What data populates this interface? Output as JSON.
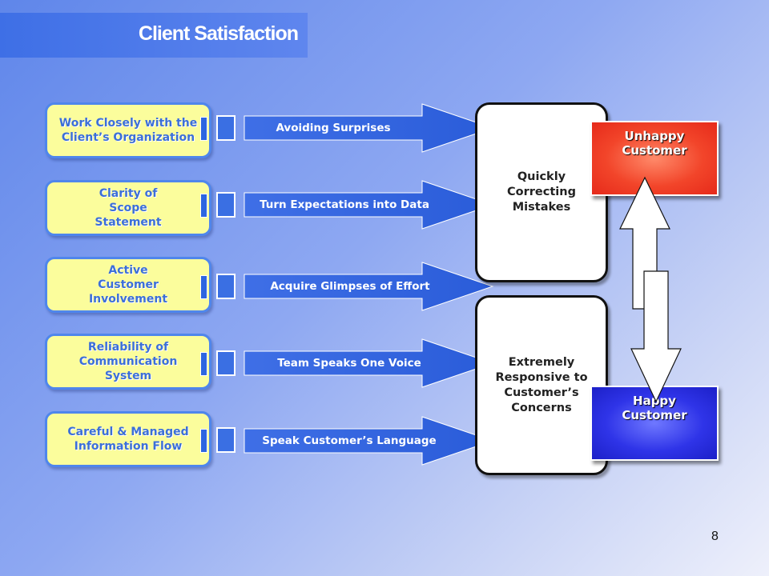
{
  "title": "Client Satisfaction",
  "left_items": [
    {
      "label": "Work Closely with the\nClient’s Organization"
    },
    {
      "label": "Clarity of\nScope\nStatement"
    },
    {
      "label": "Active\nCustomer\nInvolvement"
    },
    {
      "label": "Reliability of\nCommunication\nSystem"
    },
    {
      "label": "Careful & Managed\nInformation Flow"
    }
  ],
  "arrows": [
    {
      "label": "Avoiding Surprises"
    },
    {
      "label": "Turn Expectations into Data"
    },
    {
      "label": "Acquire Glimpses of Effort"
    },
    {
      "label": "Team Speaks One Voice"
    },
    {
      "label": "Speak Customer’s Language"
    }
  ],
  "outcomes": {
    "quickly": "Quickly\nCorrecting\nMistakes",
    "responsive": "Extremely\nResponsive to\nCustomer’s\nConcerns"
  },
  "status": {
    "unhappy": "Unhappy\nCustomer",
    "happy": "Happy\nCustomer"
  },
  "page_number": "8",
  "colors": {
    "accent_blue": "#3a6fe3",
    "box_yellow": "#fbfd9c",
    "unhappy_red": "#f2452a",
    "happy_blue": "#2f34e8"
  }
}
